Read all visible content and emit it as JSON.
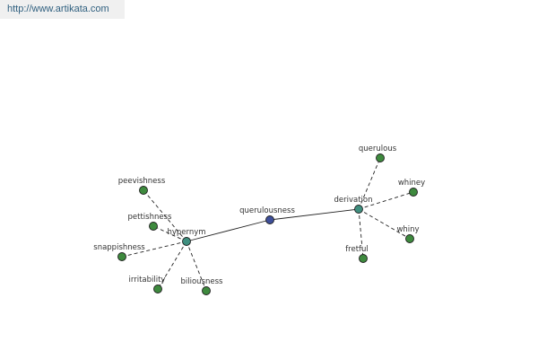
{
  "watermark": {
    "text": "http://www.artikata.com"
  },
  "colors": {
    "center_node": "#3e4f9a",
    "relation_node": "#3f8f7f",
    "leaf_node": "#3e8a3e",
    "edge": "#222222"
  },
  "graph": {
    "center": {
      "id": "center",
      "label": "querulousness"
    },
    "relations": [
      {
        "id": "hypernym",
        "label": "hypernym"
      },
      {
        "id": "derivation",
        "label": "derivation"
      }
    ],
    "leaves": [
      {
        "id": "peevishness",
        "label": "peevishness",
        "parent": "hypernym"
      },
      {
        "id": "pettishness",
        "label": "pettishness",
        "parent": "hypernym"
      },
      {
        "id": "snappishness",
        "label": "snappishness",
        "parent": "hypernym"
      },
      {
        "id": "irritability",
        "label": "irritability",
        "parent": "hypernym"
      },
      {
        "id": "biliousness",
        "label": "biliousness",
        "parent": "hypernym"
      },
      {
        "id": "querulous",
        "label": "querulous",
        "parent": "derivation"
      },
      {
        "id": "whiney",
        "label": "whiney",
        "parent": "derivation"
      },
      {
        "id": "whiny",
        "label": "whiny",
        "parent": "derivation"
      },
      {
        "id": "fretful",
        "label": "fretful",
        "parent": "derivation"
      }
    ]
  }
}
